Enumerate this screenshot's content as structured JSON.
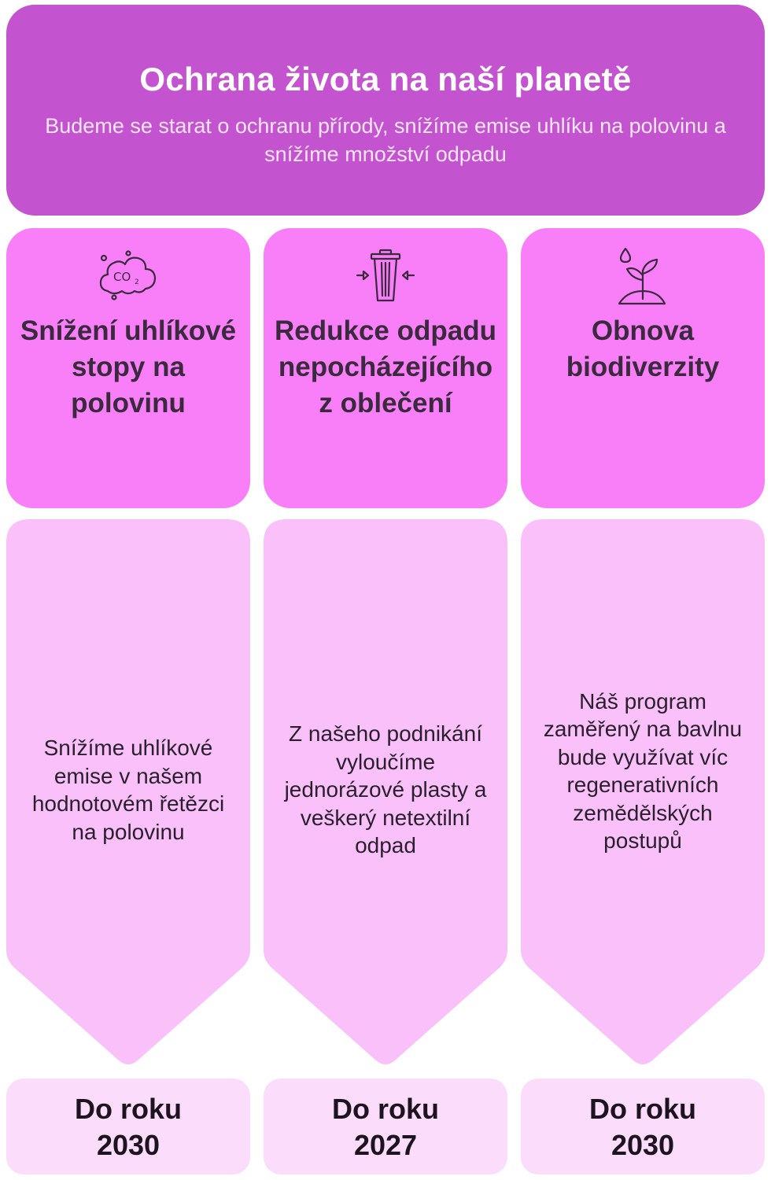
{
  "header": {
    "title": "Ochrana života na naší planetě",
    "subtitle": "Budeme se starat o ochranu přírody, snížíme emise uhlíku na polovinu a snížíme množství odpadu"
  },
  "columns": [
    {
      "icon": "co2-cloud-icon",
      "goal": "Snížení uhlíkové stopy na polovinu",
      "description": "Snížíme uhlíkové emise v našem hodnotovém řetězci na polovinu",
      "deadline_label": "Do roku",
      "deadline_year": "2030"
    },
    {
      "icon": "compressed-trash-bin-icon",
      "goal": "Redukce odpadu nepocházejícího z oblečení",
      "description": "Z našeho podnikání vyloučíme jednorázové plasty a veškerý netextilní odpad",
      "deadline_label": "Do roku",
      "deadline_year": "2027"
    },
    {
      "icon": "sprout-water-drop-icon",
      "goal": "Obnova biodiverzity",
      "description": "Náš program zaměřený na bavlnu bude využívat víc regenerativních zemědělských postupů",
      "deadline_label": "Do roku",
      "deadline_year": "2030"
    }
  ],
  "colors": {
    "header_bg": "#c453d0",
    "goal_bg": "#f97ff9",
    "arrow_bg": "#f9c0f9",
    "year_bg": "#fbdcfb"
  }
}
